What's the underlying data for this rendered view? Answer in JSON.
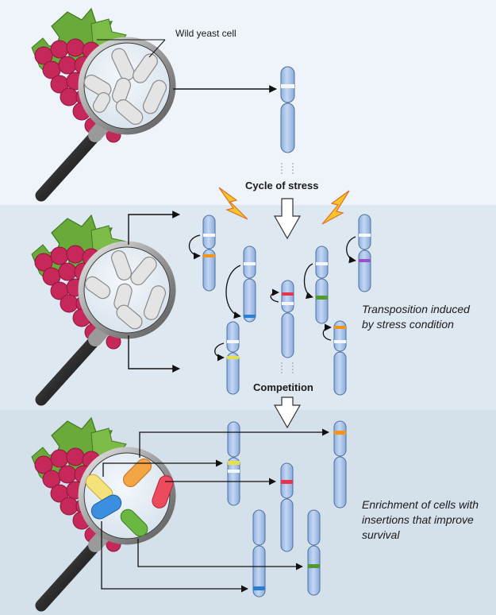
{
  "labels": {
    "wild_yeast": "Wild yeast cell",
    "cycle_of_stress": "Cycle of stress",
    "competition": "Competition",
    "transposition": "Transposition induced by stress condition",
    "enrichment": "Enrichment of cells with insertions that improve survival"
  },
  "colors": {
    "band_top": "#eef4f9",
    "band_middle": "#dee8f1",
    "band_bottom": "#d4e0ea",
    "chromosome": "#a8c4ec",
    "insertion_orange": "#f0951e",
    "insertion_yellow": "#e8e04a",
    "insertion_red": "#e53350",
    "insertion_blue": "#2c7fd0",
    "insertion_green": "#4f9a2a",
    "insertion_purple": "#9b4fc8",
    "grape": "#c7285a",
    "leaf": "#6aaa3a",
    "lightning": "#f6c52a"
  }
}
